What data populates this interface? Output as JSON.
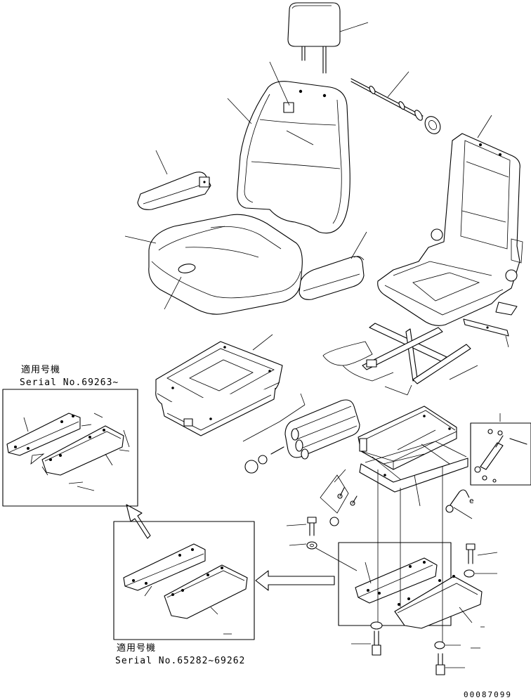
{
  "callouts": {
    "top_serial": {
      "label": "適用号機",
      "serial": "Serial No.69263~"
    },
    "bottom_serial": {
      "label": "適用号機",
      "serial": "Serial No.65282~69262"
    }
  },
  "drawing_number": "00087099"
}
